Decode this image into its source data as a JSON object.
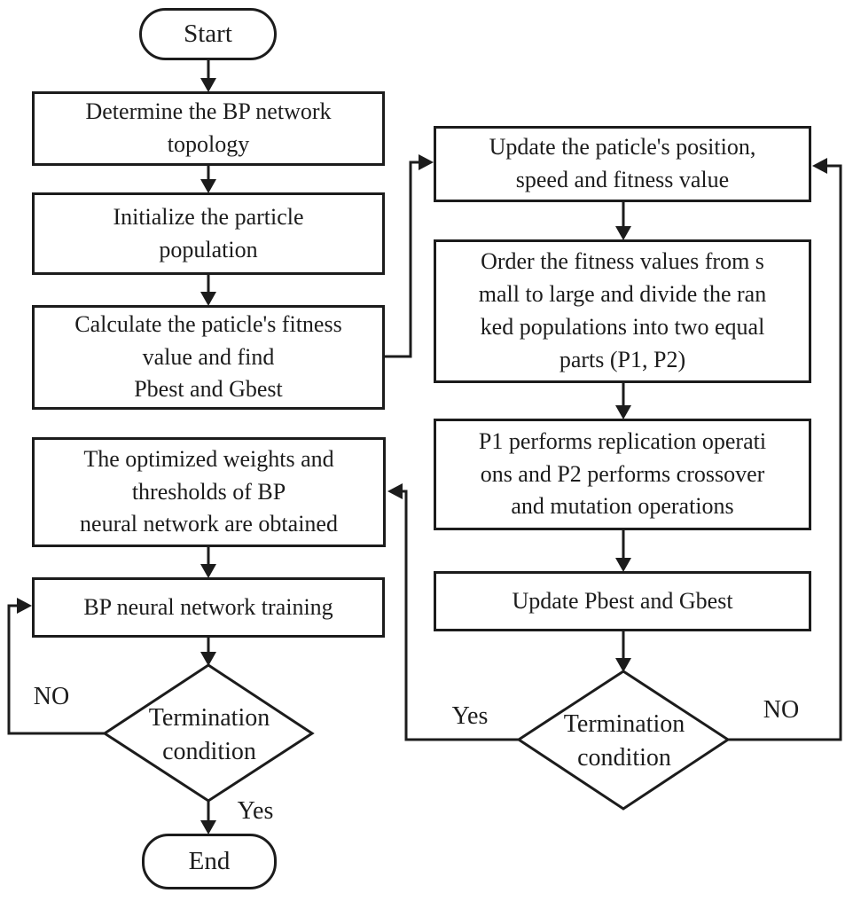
{
  "colors": {
    "stroke": "#1c1c1c",
    "background": "#ffffff",
    "text": "#1c1c1c"
  },
  "nodes": {
    "start": "Start",
    "determine_topology": "Determine the BP network\ntopology",
    "initialize_population": "Initialize the particle\npopulation",
    "calculate_fitness": "Calculate the paticle's fitness\nvalue and find\nPbest and Gbest",
    "optimized_weights": "The optimized weights and\nthresholds of BP\nneural network are obtained",
    "bp_training": "BP neural network training",
    "left_termination": "Termination\ncondition",
    "end": "End",
    "update_particle": "Update the paticle's position,\nspeed and fitness value",
    "order_fitness": "Order the fitness values from s\nmall to large and divide the ran\nked populations into two equal\nparts (P1, P2)",
    "p1_p2_operations": "P1 performs replication operati\nons and P2 performs crossover\nand mutation operations",
    "update_pbest_gbest": "Update Pbest and Gbest",
    "right_termination": "Termination\ncondition"
  },
  "edge_labels": {
    "left_no": "NO",
    "left_yes": "Yes",
    "right_yes": "Yes",
    "right_no": "NO"
  }
}
